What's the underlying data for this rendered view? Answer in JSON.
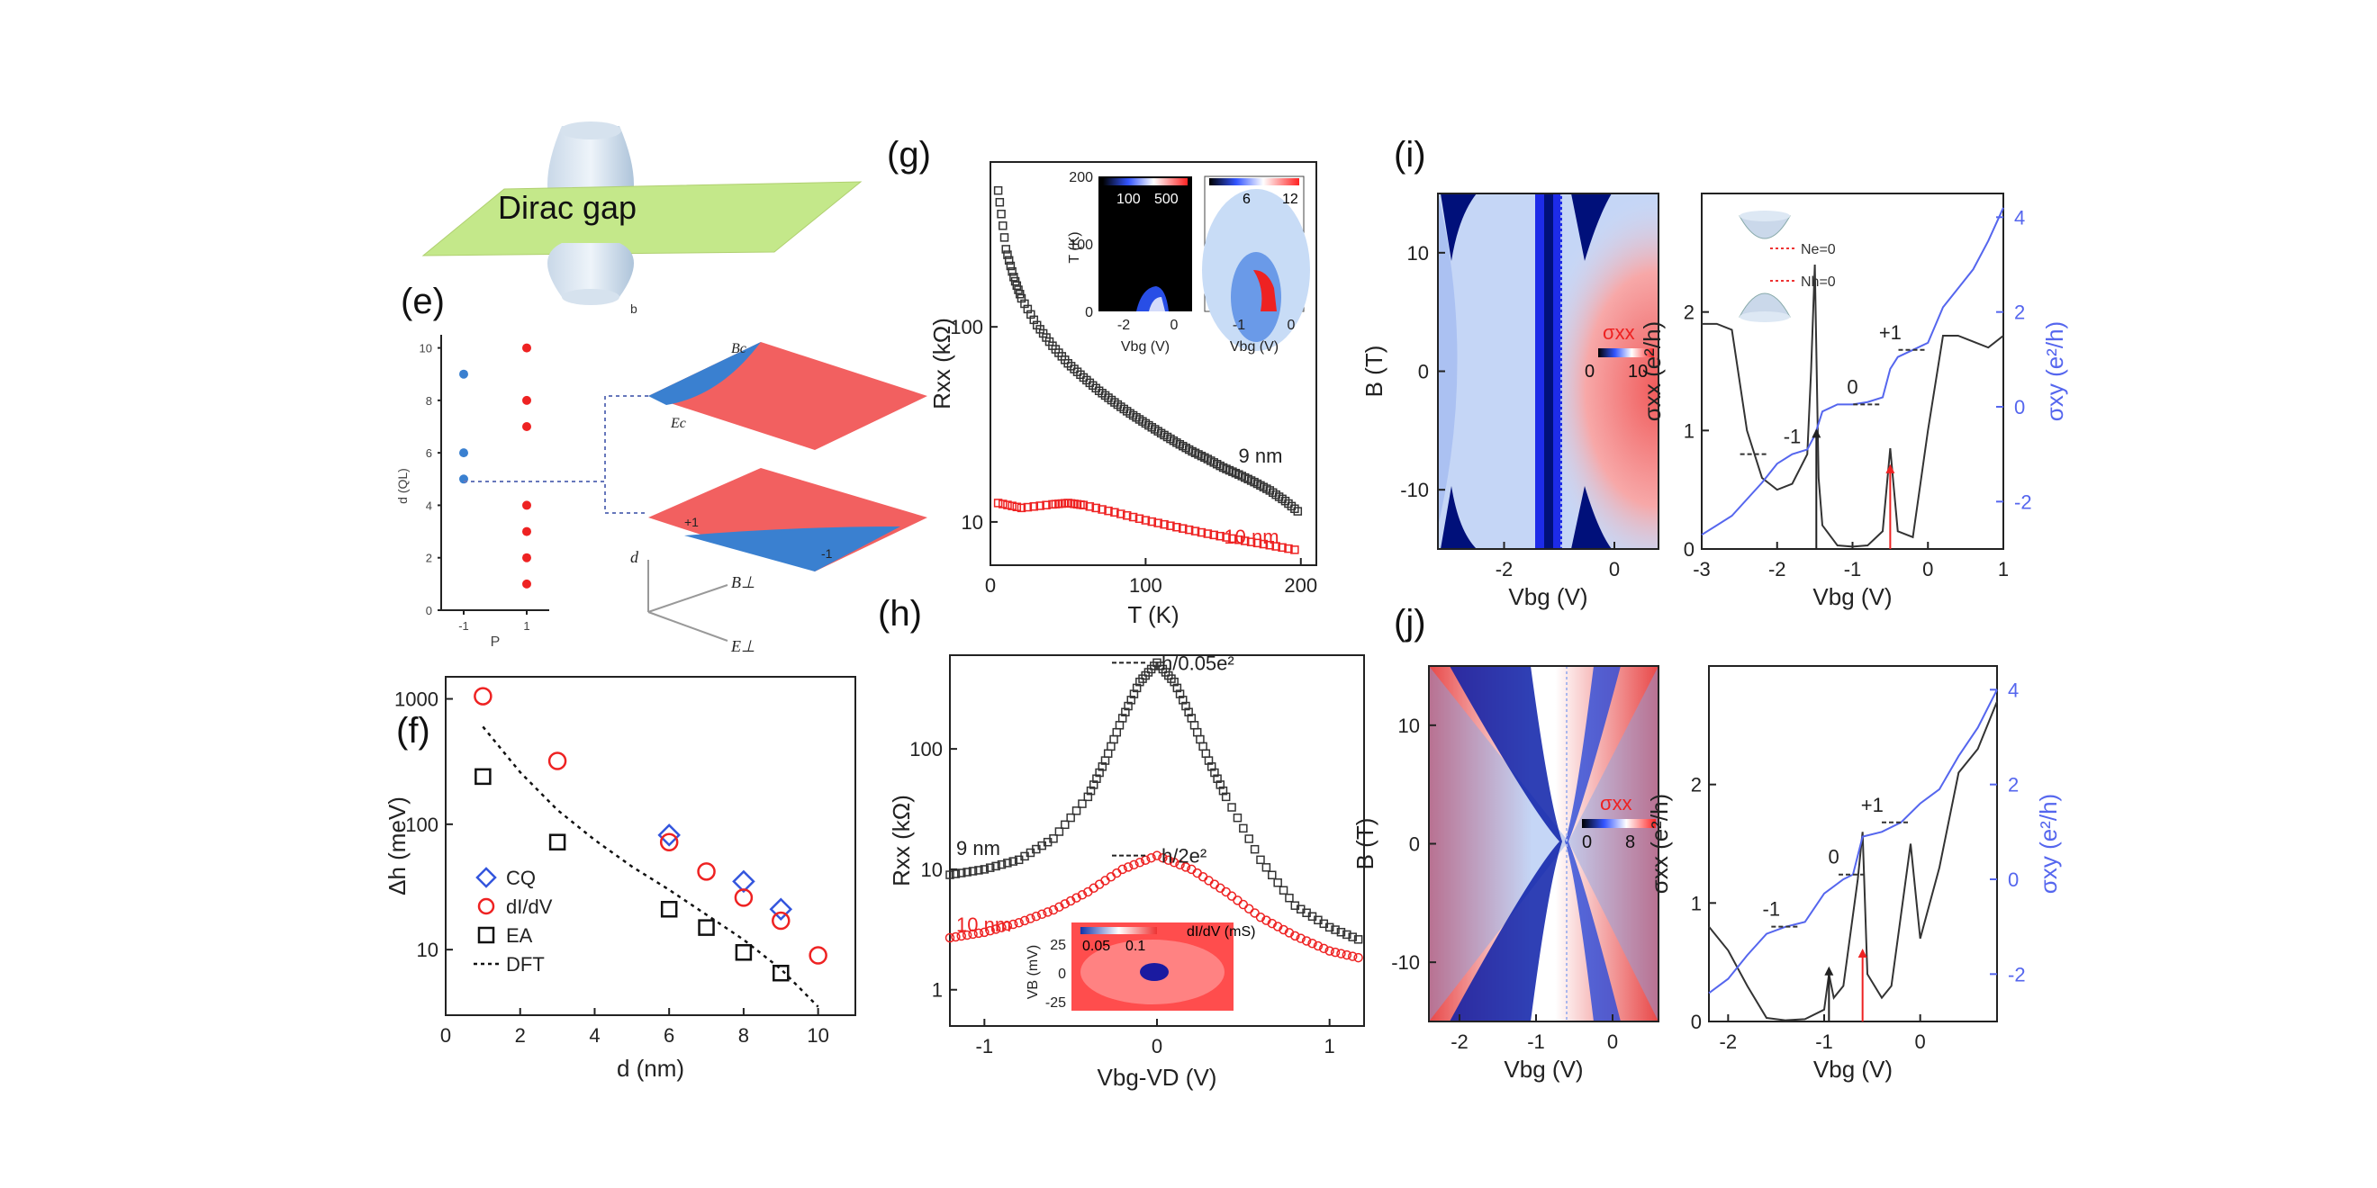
{
  "schematic": {
    "top_label": "Dirac gap",
    "small_b": "b",
    "e_d_axis": "d (QL)",
    "e_p_axis": "P",
    "e_yticks": [
      "0",
      "2",
      "4",
      "6",
      "8",
      "10"
    ],
    "e_xticks": [
      "-1",
      "1"
    ],
    "e_p_neg_d": [
      5,
      6,
      9
    ],
    "e_p_pos_d": [
      1,
      2,
      3,
      4,
      7,
      8,
      10
    ],
    "e_bc": "Bc",
    "e_ec": "Ec",
    "e_plus": "+1",
    "e_minus": "-1",
    "e_d": "d",
    "e_bperp": "B⊥",
    "e_eperp": "E⊥"
  },
  "colors": {
    "blue": "#3a80d0",
    "red": "#f06464",
    "green": "#c4e88a",
    "ink": "#222222",
    "sigma_blue": "#5566ee",
    "map_blue": "#00107a"
  },
  "chart_data": [
    {
      "panel": "(f)",
      "type": "scatter",
      "xlabel": "d (nm)",
      "ylabel": "Δh (meV)",
      "xlim": [
        0,
        11
      ],
      "ylim": [
        3,
        1500
      ],
      "yscale": "log",
      "xticks": [
        "0",
        "2",
        "4",
        "6",
        "8",
        "10"
      ],
      "yticks": [
        "10",
        "100",
        "1000"
      ],
      "series": [
        {
          "name": "CQ",
          "marker": "diamond",
          "color": "#3355dd",
          "x": [
            6,
            8,
            9
          ],
          "y": [
            82,
            35,
            21
          ]
        },
        {
          "name": "dI/dV",
          "marker": "circle",
          "color": "#ee2222",
          "x": [
            1,
            3,
            6,
            7,
            8,
            9,
            10
          ],
          "y": [
            1050,
            320,
            72,
            42,
            26,
            17,
            9
          ]
        },
        {
          "name": "EA",
          "marker": "square",
          "color": "#111111",
          "x": [
            1,
            3,
            6,
            7,
            8,
            9
          ],
          "y": [
            240,
            72,
            21,
            15,
            9.5,
            6.5
          ]
        },
        {
          "name": "DFT",
          "marker": "dash",
          "color": "#111111",
          "x": [
            1,
            2,
            3,
            4,
            5,
            6,
            7,
            8,
            9,
            10
          ],
          "y": [
            600,
            260,
            130,
            75,
            46,
            30,
            19,
            12,
            7,
            3.5
          ]
        }
      ]
    },
    {
      "panel": "(g)",
      "type": "scatter",
      "xlabel": "T (K)",
      "ylabel": "Rxx (kΩ)",
      "yscale": "log",
      "xlim": [
        0,
        210
      ],
      "ylim": [
        6,
        700
      ],
      "xticks": [
        "0",
        "100",
        "200"
      ],
      "yticks": [
        "10",
        "100"
      ],
      "series": [
        {
          "name": "9 nm",
          "color": "#333333",
          "x": [
            5,
            10,
            15,
            20,
            30,
            40,
            50,
            60,
            70,
            80,
            90,
            100,
            110,
            120,
            130,
            140,
            150,
            160,
            170,
            180,
            190,
            200
          ],
          "y": [
            500,
            250,
            180,
            140,
            102,
            80,
            65,
            55,
            47,
            41,
            36,
            32,
            28.5,
            25.5,
            23,
            21,
            19,
            17.5,
            16,
            14.5,
            12.8,
            11
          ]
        },
        {
          "name": "10 nm",
          "color": "#ee2222",
          "x": [
            5,
            20,
            40,
            50,
            60,
            80,
            100,
            120,
            140,
            160,
            180,
            200
          ],
          "y": [
            12.5,
            11.8,
            12.3,
            12.5,
            12.2,
            11.2,
            10.2,
            9.4,
            8.7,
            8.1,
            7.6,
            7.1
          ]
        }
      ],
      "insets": [
        {
          "colorbar": [
            "100",
            "500"
          ],
          "xticks": [
            "-2",
            "0"
          ],
          "yticks": [
            "0",
            "100",
            "200"
          ],
          "xlabel": "Vbg (V)",
          "ylabel": "T (K)"
        },
        {
          "colorbar": [
            "6",
            "12"
          ],
          "xticks": [
            "-1",
            "0"
          ],
          "xlabel": "Vbg (V)"
        }
      ]
    },
    {
      "panel": "(h)",
      "type": "scatter",
      "xlabel": "Vbg-VD (V)",
      "ylabel": "Rxx (kΩ)",
      "yscale": "log",
      "xlim": [
        -1.2,
        1.2
      ],
      "ylim": [
        0.5,
        600
      ],
      "xticks": [
        "-1",
        "0",
        "1"
      ],
      "yticks": [
        "1",
        "10",
        "100"
      ],
      "series": [
        {
          "name": "9 nm",
          "color": "#333333",
          "x": [
            -1.2,
            -1.0,
            -0.8,
            -0.6,
            -0.4,
            -0.3,
            -0.2,
            -0.1,
            0,
            0.1,
            0.2,
            0.3,
            0.4,
            0.6,
            0.8,
            1.0,
            1.2
          ],
          "y": [
            9,
            10,
            12,
            18,
            40,
            80,
            180,
            360,
            520,
            360,
            180,
            80,
            40,
            12,
            5,
            3.3,
            2.5
          ]
        },
        {
          "name": "10 nm",
          "color": "#ee2222",
          "x": [
            -1.2,
            -1.0,
            -0.8,
            -0.6,
            -0.4,
            -0.2,
            0,
            0.2,
            0.4,
            0.6,
            0.8,
            1.0,
            1.2
          ],
          "y": [
            2.7,
            3,
            3.6,
            4.6,
            6.5,
            10,
            13,
            10,
            6.5,
            4,
            2.8,
            2.1,
            1.8
          ]
        }
      ],
      "annotations": [
        "h/0.05e²",
        "h/2e²"
      ],
      "inset": {
        "colorbar_label": "dI/dV (mS)",
        "colorbar": [
          "0.05",
          "0.1"
        ],
        "yticks": [
          "25",
          "0",
          "-25"
        ],
        "ylabel": "VB (mV)"
      }
    },
    {
      "panel": "(i)",
      "type": "line",
      "xlabel": "Vbg (V)",
      "ylabel": "σxx (e²/h)",
      "y2label": "σxy (e²/h)",
      "xlim": [
        -3,
        1
      ],
      "ylim": [
        0,
        3.0
      ],
      "y2lim": [
        -3,
        4.5
      ],
      "xticks": [
        "-3",
        "-2",
        "-1",
        "0",
        "1"
      ],
      "yticks": [
        "0",
        "1",
        "2"
      ],
      "y2ticks": [
        "-2",
        "0",
        "2",
        "4"
      ],
      "series": [
        {
          "name": "σxx",
          "color": "#333333",
          "x": [
            -3,
            -2.8,
            -2.6,
            -2.4,
            -2.2,
            -2.0,
            -1.8,
            -1.6,
            -1.55,
            -1.5,
            -1.45,
            -1.4,
            -1.2,
            -1.0,
            -0.8,
            -0.6,
            -0.5,
            -0.4,
            -0.2,
            0,
            0.2,
            0.4,
            0.6,
            0.8,
            1.0
          ],
          "y": [
            1.9,
            1.9,
            1.85,
            1.0,
            0.6,
            0.5,
            0.55,
            0.8,
            1.5,
            2.4,
            0.6,
            0.2,
            0.03,
            0.02,
            0.03,
            0.15,
            0.85,
            0.15,
            0.1,
            1.0,
            1.8,
            1.8,
            1.75,
            1.7,
            1.8
          ]
        },
        {
          "name": "σxy",
          "color": "#5566ee",
          "x": [
            -3,
            -2.6,
            -2.2,
            -2.0,
            -1.8,
            -1.6,
            -1.5,
            -1.4,
            -1.2,
            -1.0,
            -0.8,
            -0.6,
            -0.5,
            -0.4,
            -0.2,
            0,
            0.2,
            0.4,
            0.6,
            0.8,
            1.0
          ],
          "y": [
            -2.7,
            -2.3,
            -1.6,
            -1.2,
            -1.0,
            -0.9,
            -0.6,
            -0.1,
            0.05,
            0.05,
            0.1,
            0.2,
            0.8,
            1.05,
            1.2,
            1.35,
            2.1,
            2.5,
            2.9,
            3.5,
            4.2
          ]
        }
      ],
      "plateaus": [
        "-1",
        "0",
        "+1"
      ],
      "inset": [
        "Ne=0",
        "Nh=0"
      ],
      "map": {
        "xlabel": "Vbg (V)",
        "ylabel": "B (T)",
        "xticks": [
          "-2",
          "0"
        ],
        "yticks": [
          "10",
          "0",
          "-10"
        ],
        "colorbar_label": "σxx",
        "colorbar": [
          "0",
          "10"
        ]
      }
    },
    {
      "panel": "(j)",
      "type": "line",
      "xlabel": "Vbg (V)",
      "ylabel": "σxx (e²/h)",
      "y2label": "σxy (e²/h)",
      "xlim": [
        -2.2,
        0.8
      ],
      "ylim": [
        0,
        3.0
      ],
      "y2lim": [
        -3,
        4.5
      ],
      "xticks": [
        "-2",
        "-1",
        "0"
      ],
      "yticks": [
        "0",
        "1",
        "2"
      ],
      "y2ticks": [
        "-2",
        "0",
        "2",
        "4"
      ],
      "series": [
        {
          "name": "σxx",
          "color": "#333333",
          "x": [
            -2.2,
            -2.0,
            -1.8,
            -1.6,
            -1.4,
            -1.2,
            -1.0,
            -0.95,
            -0.9,
            -0.8,
            -0.65,
            -0.6,
            -0.55,
            -0.4,
            -0.3,
            -0.1,
            0,
            0.2,
            0.4,
            0.6,
            0.8
          ],
          "y": [
            0.8,
            0.6,
            0.3,
            0.03,
            0.01,
            0.02,
            0.1,
            0.4,
            0.2,
            0.3,
            1.2,
            1.6,
            0.4,
            0.2,
            0.3,
            1.5,
            0.7,
            1.3,
            2.1,
            2.3,
            2.7
          ]
        },
        {
          "name": "σxy",
          "color": "#5566ee",
          "x": [
            -2.2,
            -2.0,
            -1.8,
            -1.6,
            -1.4,
            -1.2,
            -1.0,
            -0.8,
            -0.7,
            -0.6,
            -0.4,
            -0.2,
            0,
            0.2,
            0.4,
            0.6,
            0.8
          ],
          "y": [
            -2.4,
            -2.1,
            -1.6,
            -1.15,
            -1.0,
            -0.9,
            -0.3,
            0.0,
            0.1,
            0.9,
            1.0,
            1.2,
            1.6,
            1.9,
            2.6,
            3.2,
            4.0
          ]
        }
      ],
      "plateaus": [
        "-1",
        "0",
        "+1"
      ],
      "map": {
        "xlabel": "Vbg (V)",
        "ylabel": "B (T)",
        "xticks": [
          "-2",
          "-1",
          "0"
        ],
        "yticks": [
          "10",
          "0",
          "-10"
        ],
        "colorbar_label": "σxx",
        "colorbar": [
          "0",
          "8"
        ]
      }
    }
  ]
}
